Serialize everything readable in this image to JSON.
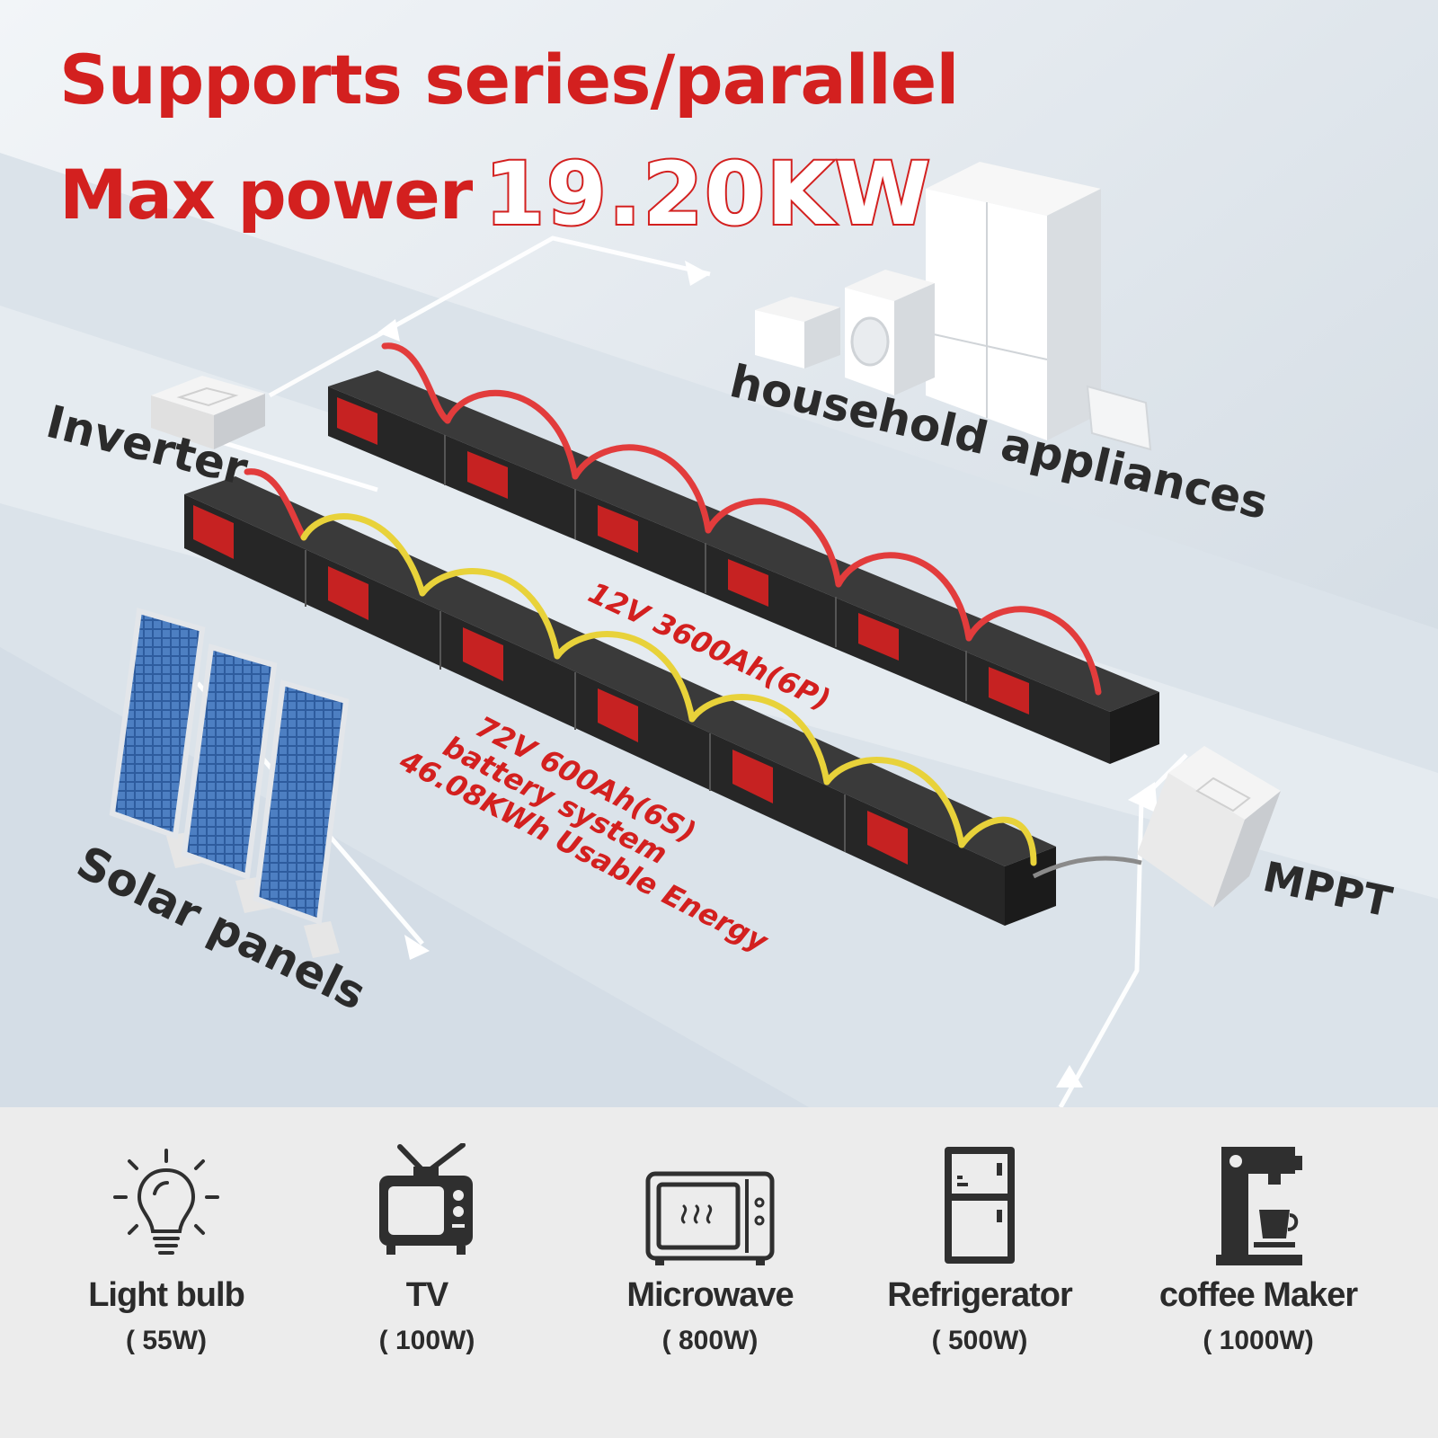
{
  "headline": {
    "line1": "Supports series/parallel",
    "line2_prefix": "Max power",
    "line2_value": "19.20KW"
  },
  "components": {
    "inverter": "Inverter",
    "appliances": "household  appliances",
    "solar": "Solar panels",
    "mppt": "MPPT"
  },
  "banks": {
    "parallel_label": "12V 3600Ah(6P)",
    "series_line1": "72V 600Ah(6S)",
    "series_line2": "battery system",
    "series_line3": "46.08KWh Usable Energy"
  },
  "loads": [
    {
      "name": "Light bulb",
      "watts": "( 55W)",
      "icon": "light-bulb-icon"
    },
    {
      "name": "TV",
      "watts": "( 100W)",
      "icon": "tv-icon"
    },
    {
      "name": "Microwave",
      "watts": "( 800W)",
      "icon": "microwave-icon"
    },
    {
      "name": "Refrigerator",
      "watts": "( 500W)",
      "icon": "refrigerator-icon"
    },
    {
      "name": "coffee Maker",
      "watts": "( 1000W)",
      "icon": "coffee-maker-icon"
    }
  ],
  "colors": {
    "accent_red": "#d3201f",
    "battery": "#2e2e2e",
    "cable_red": "#e23c3c",
    "cable_yellow": "#e8d23a",
    "icon_dark": "#2f2f2f"
  }
}
